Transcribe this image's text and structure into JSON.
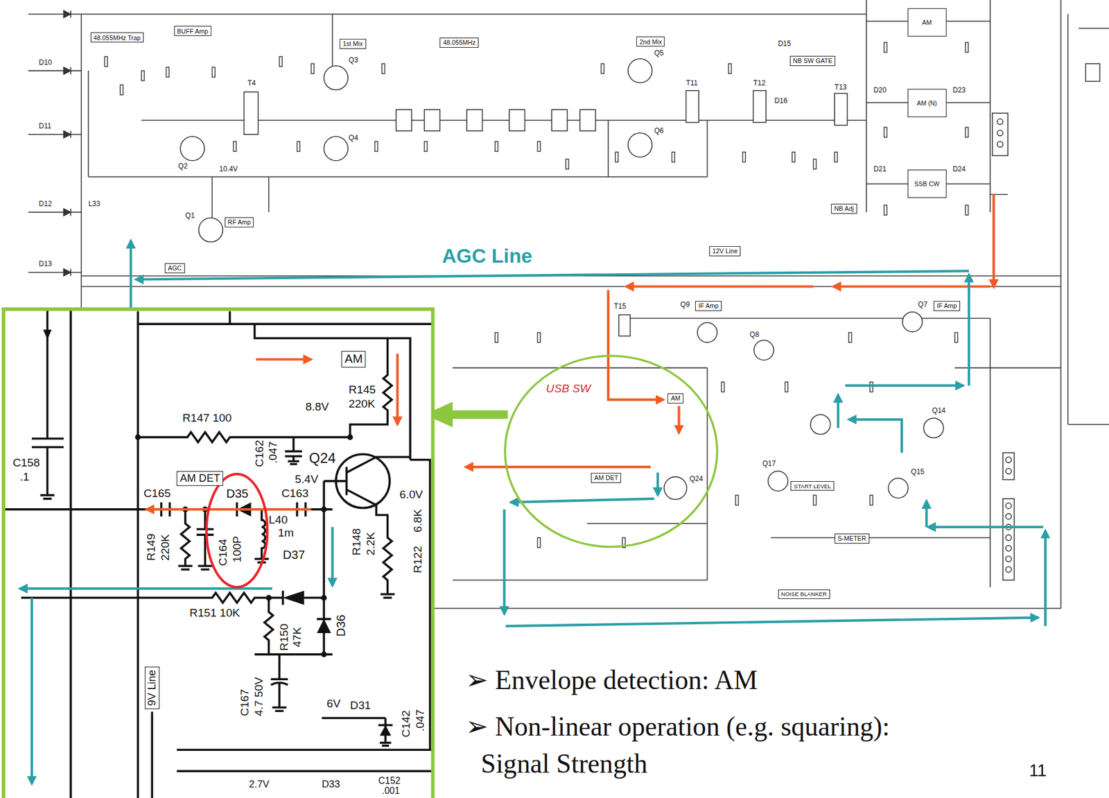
{
  "diagram": {
    "nodes": [
      {
        "text": [
          "48.055MHz Trap"
        ]
      },
      {
        "text": [
          "BUFF Amp"
        ]
      },
      {
        "text": [
          "1st Mix"
        ]
      },
      {
        "text": [
          "48.055MHz"
        ]
      },
      {
        "text": [
          "2nd Mix"
        ]
      },
      {
        "text": [
          "NB SW GATE"
        ]
      },
      {
        "text": [
          "AM"
        ]
      },
      {
        "text": [
          "AM (N)"
        ]
      },
      {
        "text": [
          "SSB CW"
        ]
      },
      {
        "text": [
          "RF Amp"
        ]
      },
      {
        "text": [
          "AGC"
        ]
      },
      {
        "text": [
          "12V Line"
        ]
      },
      {
        "text": [
          "NB Adj"
        ]
      },
      {
        "text": [
          "IF Amp"
        ]
      },
      {
        "text": [
          "IF Amp"
        ]
      },
      {
        "text": [
          "AM"
        ]
      },
      {
        "text": [
          "AM DET"
        ]
      },
      {
        "text": [
          "START LEVEL"
        ]
      },
      {
        "text": [
          "S-METER"
        ]
      },
      {
        "text": [
          "NOISE BLANKER"
        ]
      },
      {
        "text": [
          "AM"
        ]
      },
      {
        "text": [
          "AM DET"
        ]
      },
      {
        "text": [
          "9V Line"
        ]
      }
    ],
    "labels": [
      "R147 100",
      "8.8V",
      "R145",
      "220K",
      "C162",
      ".047",
      "Q24",
      "5.4V",
      "C165",
      "D35",
      "C163",
      "6.0V",
      "C158",
      ".1",
      "R149",
      "220K",
      "C164",
      "100P",
      "L40",
      "1m",
      "D37",
      "R148",
      "2.2K",
      "R122",
      "6.8K",
      "R151 10K",
      "R150",
      "47K",
      "D36",
      "C167",
      "4.7 50V",
      "6V",
      "D31",
      "C142",
      ".047",
      "2.7V",
      "D33",
      "C152",
      ".001",
      "Q1",
      "Q2",
      "Q3",
      "Q4",
      "Q5",
      "Q6",
      "Q7",
      "Q9",
      "Q8",
      "Q14",
      "Q15",
      "Q17",
      "Q24",
      "D10",
      "D11",
      "D12",
      "D13",
      "D15",
      "D16",
      "D20",
      "D21",
      "D23",
      "D24",
      "T4",
      "T11",
      "T12",
      "T13",
      "T15",
      "L33",
      "10.4V",
      "AGC Line",
      "USB SW",
      "➢ Envelope detection: AM",
      "➢ Non-linear operation (e.g. squaring):",
      "Signal Strength",
      "11"
    ]
  }
}
